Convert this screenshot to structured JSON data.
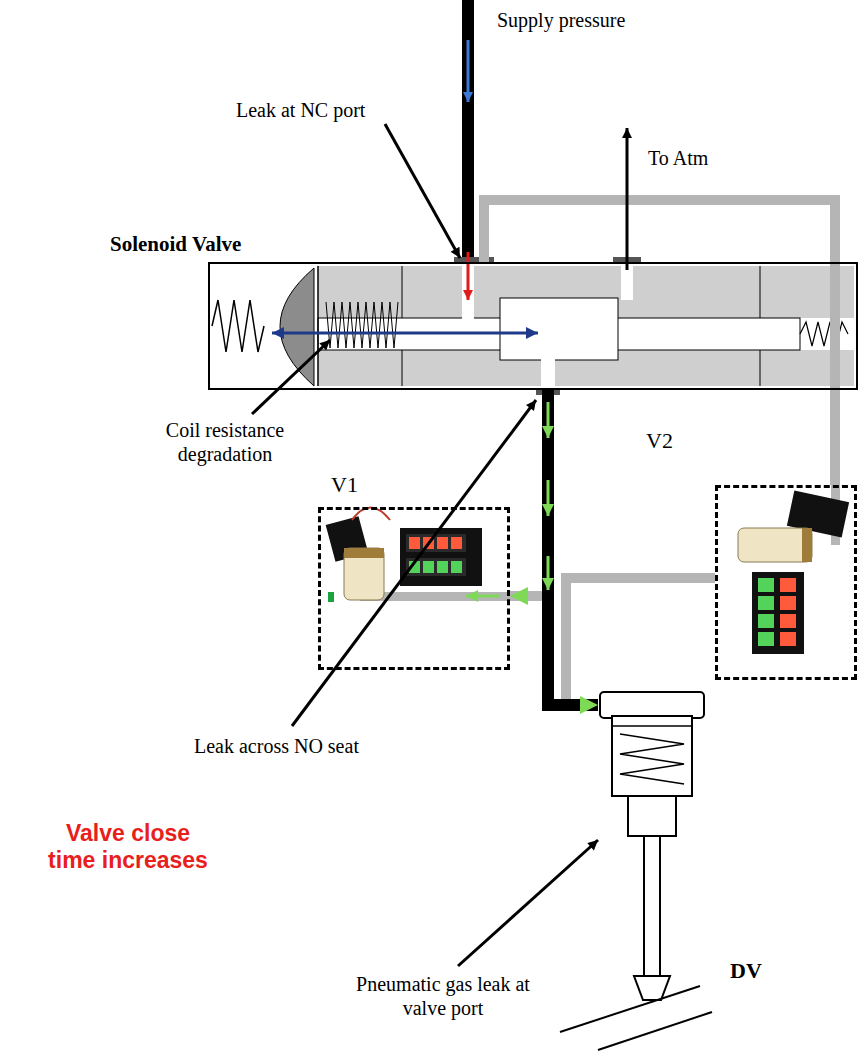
{
  "diagram": {
    "nodes": [
      {
        "text": [
          "Solenoid Valve"
        ]
      },
      {
        "text": [
          "V1"
        ]
      },
      {
        "text": [
          "V2"
        ]
      },
      {
        "text": [
          "DV"
        ]
      }
    ],
    "edges": [
      {
        "from": 0,
        "to": 1,
        "arrow": "to"
      },
      {
        "from": 0,
        "to": 2,
        "arrow": "none"
      },
      {
        "from": 2,
        "to": 3,
        "arrow": "none"
      },
      {
        "from": 0,
        "to": 3,
        "arrow": "to"
      }
    ],
    "labels": [
      "Supply pressure",
      "Leak at NC port",
      "To Atm",
      "Coil resistance degradation",
      "Leak across NO seat",
      "Valve close time increases",
      "Pneumatic gas leak at valve port"
    ]
  }
}
